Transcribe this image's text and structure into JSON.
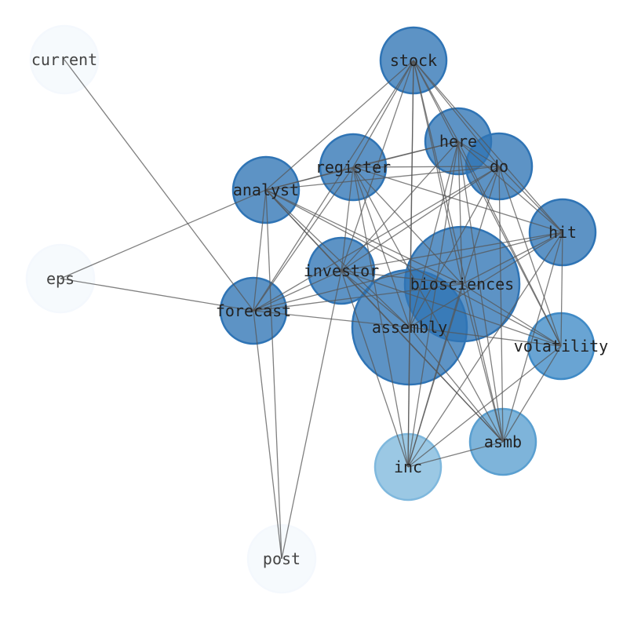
{
  "nodes": [
    {
      "id": "current",
      "label": "current",
      "color": "#f4f8fd"
    },
    {
      "id": "stock",
      "label": "stock",
      "color": "#2f74b5"
    },
    {
      "id": "here",
      "label": "here",
      "color": "#2f74b5"
    },
    {
      "id": "do",
      "label": "do",
      "color": "#2f74b5"
    },
    {
      "id": "register",
      "label": "register",
      "color": "#2f74b5"
    },
    {
      "id": "analyst",
      "label": "analyst",
      "color": "#2f74b5"
    },
    {
      "id": "hit",
      "label": "hit",
      "color": "#2f74b5"
    },
    {
      "id": "eps",
      "label": "eps",
      "color": "#f4f8fd"
    },
    {
      "id": "investor",
      "label": "investor",
      "color": "#2f74b5"
    },
    {
      "id": "biosciences",
      "label": "biosciences",
      "color": "#2f74b5"
    },
    {
      "id": "forecast",
      "label": "forecast",
      "color": "#2f74b5"
    },
    {
      "id": "assembly",
      "label": "assembly",
      "color": "#2f74b5"
    },
    {
      "id": "volatility",
      "label": "volatility",
      "color": "#3f8ac6"
    },
    {
      "id": "asmb",
      "label": "asmb",
      "color": "#5a9fd0"
    },
    {
      "id": "inc",
      "label": "inc",
      "color": "#7fb8dd"
    },
    {
      "id": "post",
      "label": "post",
      "color": "#f4f8fd"
    }
  ],
  "edges": [
    [
      "current",
      "forecast"
    ],
    [
      "eps",
      "analyst"
    ],
    [
      "eps",
      "forecast"
    ],
    [
      "post",
      "forecast"
    ],
    [
      "post",
      "analyst"
    ],
    [
      "post",
      "investor"
    ],
    [
      "stock",
      "analyst"
    ],
    [
      "stock",
      "register"
    ],
    [
      "stock",
      "investor"
    ],
    [
      "stock",
      "forecast"
    ],
    [
      "stock",
      "here"
    ],
    [
      "stock",
      "do"
    ],
    [
      "stock",
      "hit"
    ],
    [
      "stock",
      "volatility"
    ],
    [
      "stock",
      "biosciences"
    ],
    [
      "stock",
      "assembly"
    ],
    [
      "stock",
      "inc"
    ],
    [
      "stock",
      "asmb"
    ],
    [
      "here",
      "register"
    ],
    [
      "here",
      "analyst"
    ],
    [
      "here",
      "do"
    ],
    [
      "here",
      "biosciences"
    ],
    [
      "here",
      "assembly"
    ],
    [
      "here",
      "asmb"
    ],
    [
      "here",
      "inc"
    ],
    [
      "here",
      "volatility"
    ],
    [
      "here",
      "hit"
    ],
    [
      "here",
      "investor"
    ],
    [
      "do",
      "register"
    ],
    [
      "do",
      "analyst"
    ],
    [
      "do",
      "investor"
    ],
    [
      "do",
      "forecast"
    ],
    [
      "do",
      "hit"
    ],
    [
      "do",
      "volatility"
    ],
    [
      "do",
      "asmb"
    ],
    [
      "do",
      "assembly"
    ],
    [
      "do",
      "inc"
    ],
    [
      "register",
      "analyst"
    ],
    [
      "register",
      "investor"
    ],
    [
      "register",
      "forecast"
    ],
    [
      "register",
      "hit"
    ],
    [
      "register",
      "biosciences"
    ],
    [
      "register",
      "assembly"
    ],
    [
      "register",
      "inc"
    ],
    [
      "register",
      "asmb"
    ],
    [
      "analyst",
      "forecast"
    ],
    [
      "analyst",
      "investor"
    ],
    [
      "analyst",
      "assembly"
    ],
    [
      "analyst",
      "biosciences"
    ],
    [
      "analyst",
      "asmb"
    ],
    [
      "analyst",
      "volatility"
    ],
    [
      "hit",
      "investor"
    ],
    [
      "hit",
      "forecast"
    ],
    [
      "hit",
      "biosciences"
    ],
    [
      "hit",
      "assembly"
    ],
    [
      "hit",
      "volatility"
    ],
    [
      "hit",
      "asmb"
    ],
    [
      "hit",
      "inc"
    ],
    [
      "investor",
      "forecast"
    ],
    [
      "investor",
      "biosciences"
    ],
    [
      "investor",
      "assembly"
    ],
    [
      "investor",
      "inc"
    ],
    [
      "investor",
      "asmb"
    ],
    [
      "investor",
      "volatility"
    ],
    [
      "forecast",
      "biosciences"
    ],
    [
      "forecast",
      "assembly"
    ],
    [
      "assembly",
      "inc"
    ],
    [
      "assembly",
      "volatility"
    ],
    [
      "assembly",
      "asmb"
    ],
    [
      "biosciences",
      "inc"
    ],
    [
      "biosciences",
      "asmb"
    ],
    [
      "biosciences",
      "volatility"
    ],
    [
      "volatility",
      "inc"
    ],
    [
      "volatility",
      "asmb"
    ],
    [
      "asmb",
      "inc"
    ]
  ]
}
